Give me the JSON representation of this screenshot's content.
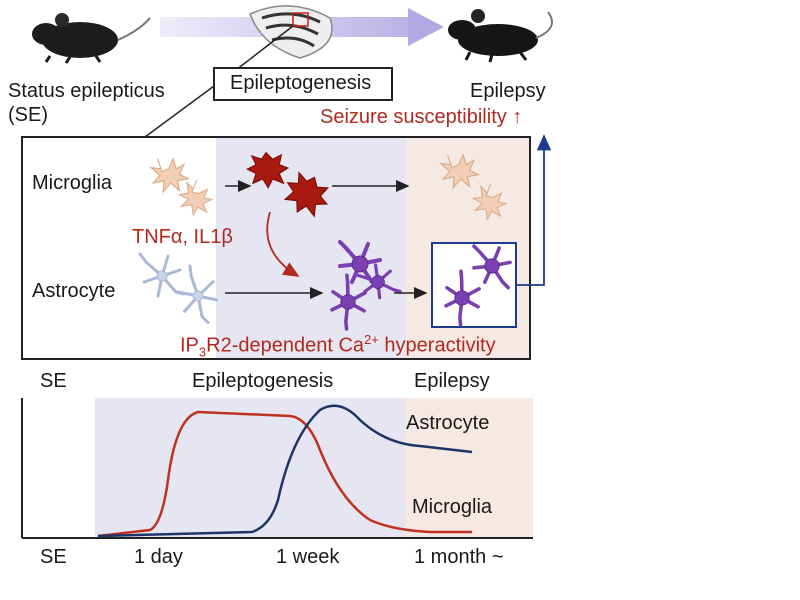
{
  "top": {
    "status_label_line1": "Status epilepticus",
    "status_label_line2": "(SE)",
    "epileptogenesis_box": "Epileptogenesis",
    "epilepsy_label": "Epilepsy",
    "seizure_label": "Seizure susceptibility ↑"
  },
  "panel": {
    "microglia_label": "Microglia",
    "astrocyte_label": "Astrocyte",
    "cytokines_label": "TNFα, IL1β",
    "ip3r2_prefix": "IP",
    "ip3r2_sub": "3",
    "ip3r2_mid": "R2-dependent Ca",
    "ip3r2_sup": "2+",
    "ip3r2_suffix": " hyperactivity"
  },
  "timeline": {
    "phase_se": "SE",
    "phase_epileptogenesis": "Epileptogenesis",
    "phase_epilepsy": "Epilepsy",
    "tick_se": "SE",
    "tick_day": "1 day",
    "tick_week": "1 week",
    "tick_month": "1 month ~",
    "astrocyte_curve_label": "Astrocyte",
    "microglia_curve_label": "Microglia"
  },
  "colors": {
    "microglia_curve": "#c0311f",
    "astrocyte_curve": "#1c3468",
    "microglia_resting": "#f2cfb4",
    "microglia_activated": "#a81a10",
    "astrocyte_resting": "#c9d6ea",
    "astrocyte_reactive": "#7a3fb0",
    "epileptogenesis_shade": "#e6e6f2",
    "epilepsy_shade": "#f6e8e2",
    "progress_arrow": "#c9c6ec"
  }
}
